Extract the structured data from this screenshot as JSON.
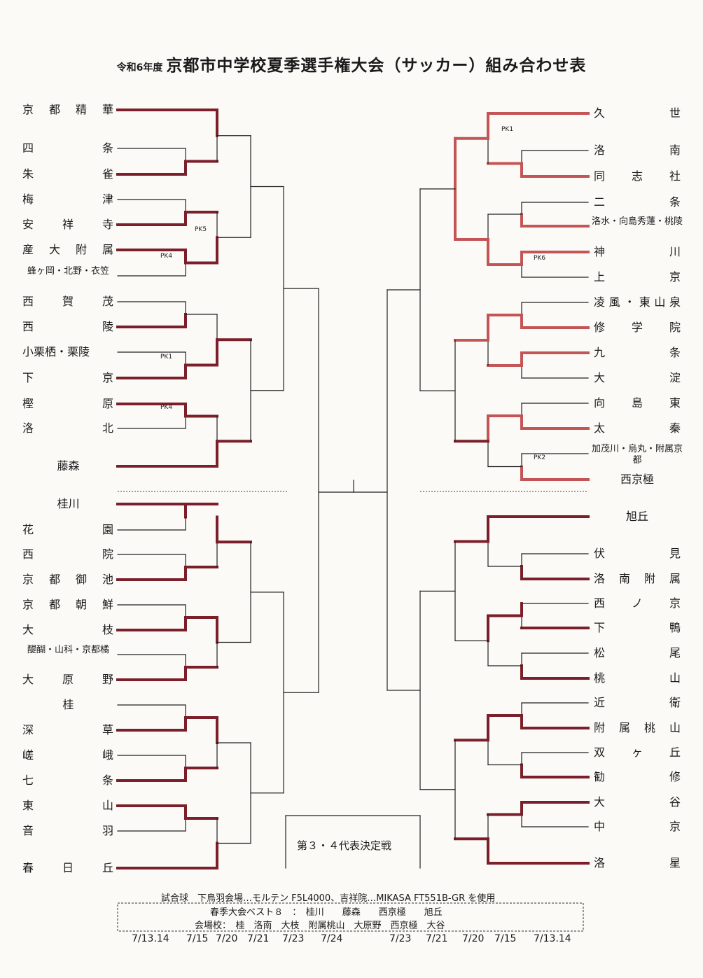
{
  "header": {
    "year_label": "令和6年度",
    "main_title": "京都市中学校夏季選手権大会（サッカー）組み合わせ表"
  },
  "colors": {
    "win_left": "#7b1f2a",
    "win_right_top": "#c45555",
    "line": "#222222"
  },
  "teams_left": [
    "京都精華",
    "四条",
    "朱雀",
    "梅津",
    "安祥寺",
    "産大附属",
    "蜂ヶ岡・北野・衣笠",
    "西賀茂",
    "西陵",
    "小栗栖・栗陵",
    "下京",
    "樫原",
    "洛北",
    "藤森",
    "桂川",
    "花園",
    "西院",
    "京都御池",
    "京都朝鮮",
    "大枝",
    "醍醐・山科・京都橘",
    "大原野",
    "桂",
    "深草",
    "嵯峨",
    "七条",
    "東山",
    "音羽",
    "春日丘"
  ],
  "teams_right": [
    "久世",
    "洛南",
    "同志社",
    "二条",
    "洛水・向島秀蓮・桃陵",
    "神川",
    "上京",
    "凌風・東山泉",
    "修学院",
    "九条",
    "大淀",
    "向島東",
    "太秦",
    "加茂川・烏丸・附属京都",
    "西京極",
    "旭丘",
    "伏見",
    "洛南附属",
    "西ノ京",
    "下鴨",
    "松尾",
    "桃山",
    "近衛",
    "附属桃山",
    "双ヶ丘",
    "勧修",
    "大谷",
    "中京",
    "洛星"
  ],
  "pk_labels": [
    "PK5",
    "PK4",
    "PK1",
    "PK4",
    "PK1",
    "PK6",
    "PK2"
  ],
  "center": {
    "playoff_label": "第３・４代表決定戦"
  },
  "footer": {
    "ball_note": "試合球　下鳥羽会場…モルテン F5L4000、吉祥院…MIKASA FT551B-GR を使用",
    "best8": "春季大会ベスト８　：　桂川　　藤森　　西京極　　旭丘",
    "venues": "会場校：　桂　洛南　大枝　附属桃山　大原野　西京極　大谷",
    "dates": [
      "7/13.14",
      "7/15",
      "7/20",
      "7/21",
      "7/23",
      "7/24",
      "7/23",
      "7/21",
      "7/20",
      "7/15",
      "7/13.14"
    ]
  }
}
